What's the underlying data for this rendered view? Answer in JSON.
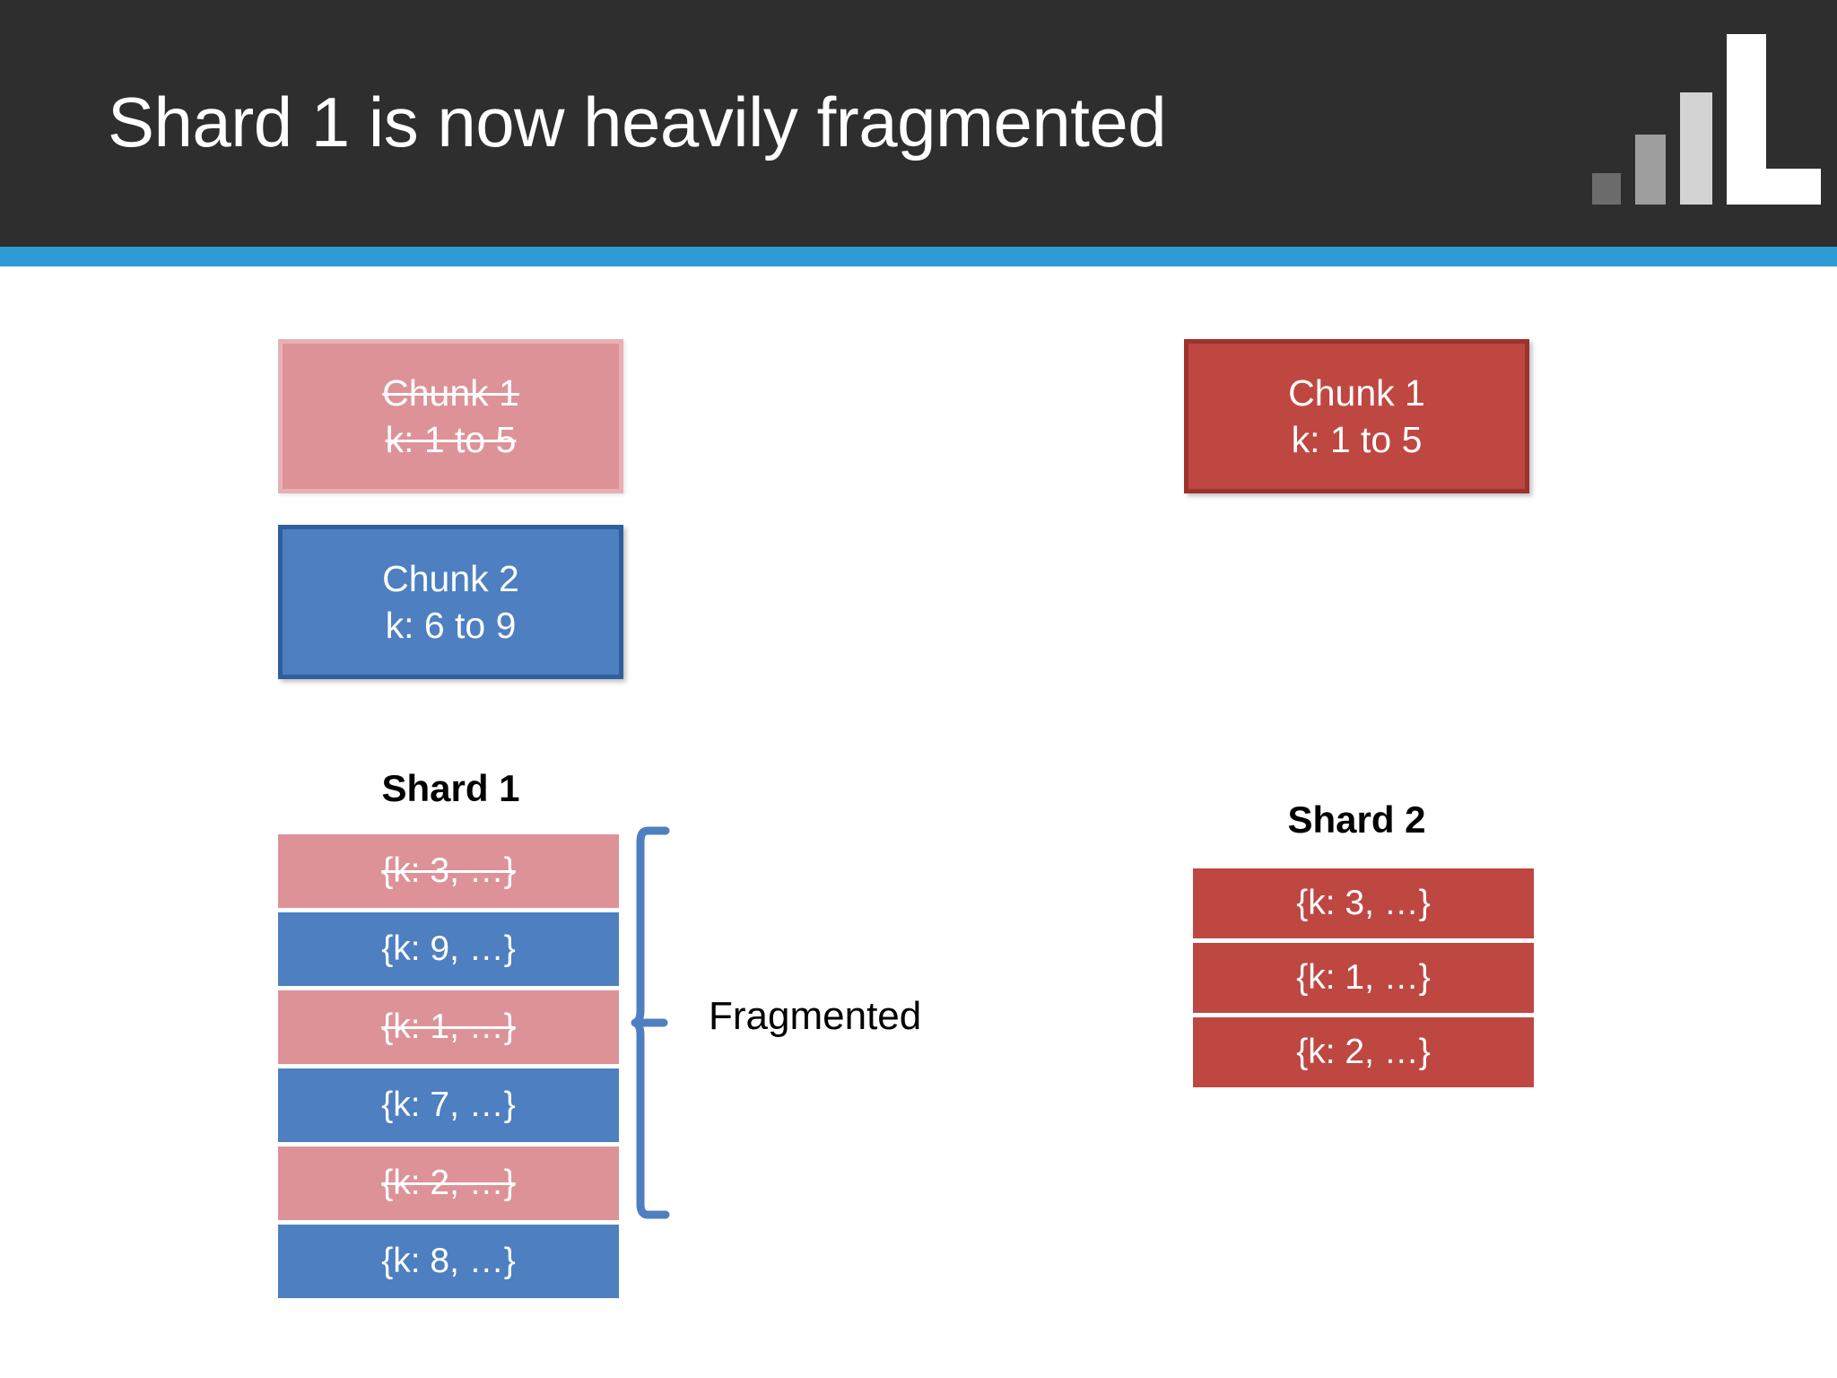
{
  "slide": {
    "title": "Shard 1 is now heavily fragmented",
    "header_bg": "#2e2e2e",
    "accent_color": "#2e9bd6",
    "background": "#ffffff"
  },
  "logo": {
    "name": "bar-chart-l-logo",
    "bars": [
      {
        "shade": "#6c6c6c"
      },
      {
        "shade": "#9e9e9e"
      },
      {
        "shade": "#d3d3d3"
      },
      {
        "shade": "#ffffff"
      }
    ]
  },
  "chunks": {
    "left": [
      {
        "id": "chunk-left-1",
        "line1": "Chunk 1",
        "line2": "k: 1 to 5",
        "state": "removed",
        "fill": "#dd9298",
        "border": "#e8b0b4"
      },
      {
        "id": "chunk-left-2",
        "line1": "Chunk 2",
        "line2": "k: 6 to 9",
        "state": "active",
        "fill": "#4e7fc0",
        "border": "#2e5e9e"
      }
    ],
    "right": [
      {
        "id": "chunk-right-1",
        "line1": "Chunk 1",
        "line2": "k: 1 to 5",
        "state": "active",
        "fill": "#bf4742",
        "border": "#9c322e"
      }
    ]
  },
  "shards": [
    {
      "id": "shard-1",
      "label": "Shard 1",
      "rows": [
        {
          "text": "{k: 3, …}",
          "color": "pink",
          "struck": true
        },
        {
          "text": "{k: 9, …}",
          "color": "blue",
          "struck": false
        },
        {
          "text": "{k: 1, …}",
          "color": "pink",
          "struck": true
        },
        {
          "text": "{k: 7, …}",
          "color": "blue",
          "struck": false
        },
        {
          "text": "{k: 2, …}",
          "color": "pink",
          "struck": true
        },
        {
          "text": "{k: 8, …}",
          "color": "blue",
          "struck": false
        }
      ]
    },
    {
      "id": "shard-2",
      "label": "Shard 2",
      "rows": [
        {
          "text": "{k: 3, …}",
          "color": "red",
          "struck": false
        },
        {
          "text": "{k: 1, …}",
          "color": "red",
          "struck": false
        },
        {
          "text": "{k: 2, …}",
          "color": "red",
          "struck": false
        }
      ]
    }
  ],
  "annotation": {
    "brace_label": "Fragmented",
    "brace_color": "#4e7fc0",
    "spans_rows": "1-5"
  }
}
